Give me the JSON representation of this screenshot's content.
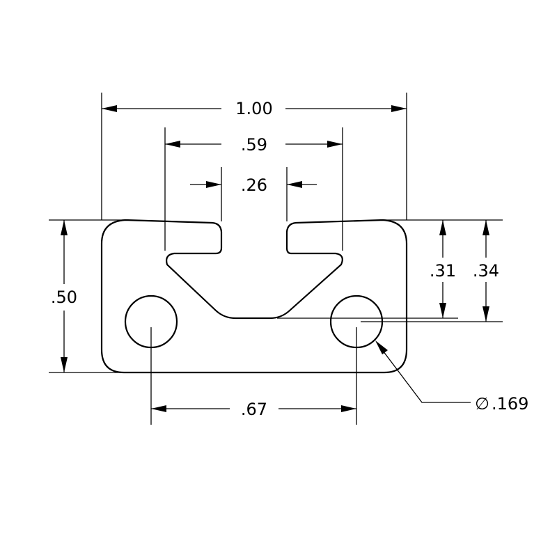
{
  "drawing": {
    "dimensions": {
      "overall_width": "1.00",
      "slot_width": ".59",
      "slot_opening": ".26",
      "overall_height": ".50",
      "depth_to_slot_floor": ".31",
      "depth_to_hole_center": ".34",
      "hole_spacing": ".67",
      "hole_diameter": ".169"
    },
    "symbols": {
      "diameter": "∅"
    }
  }
}
